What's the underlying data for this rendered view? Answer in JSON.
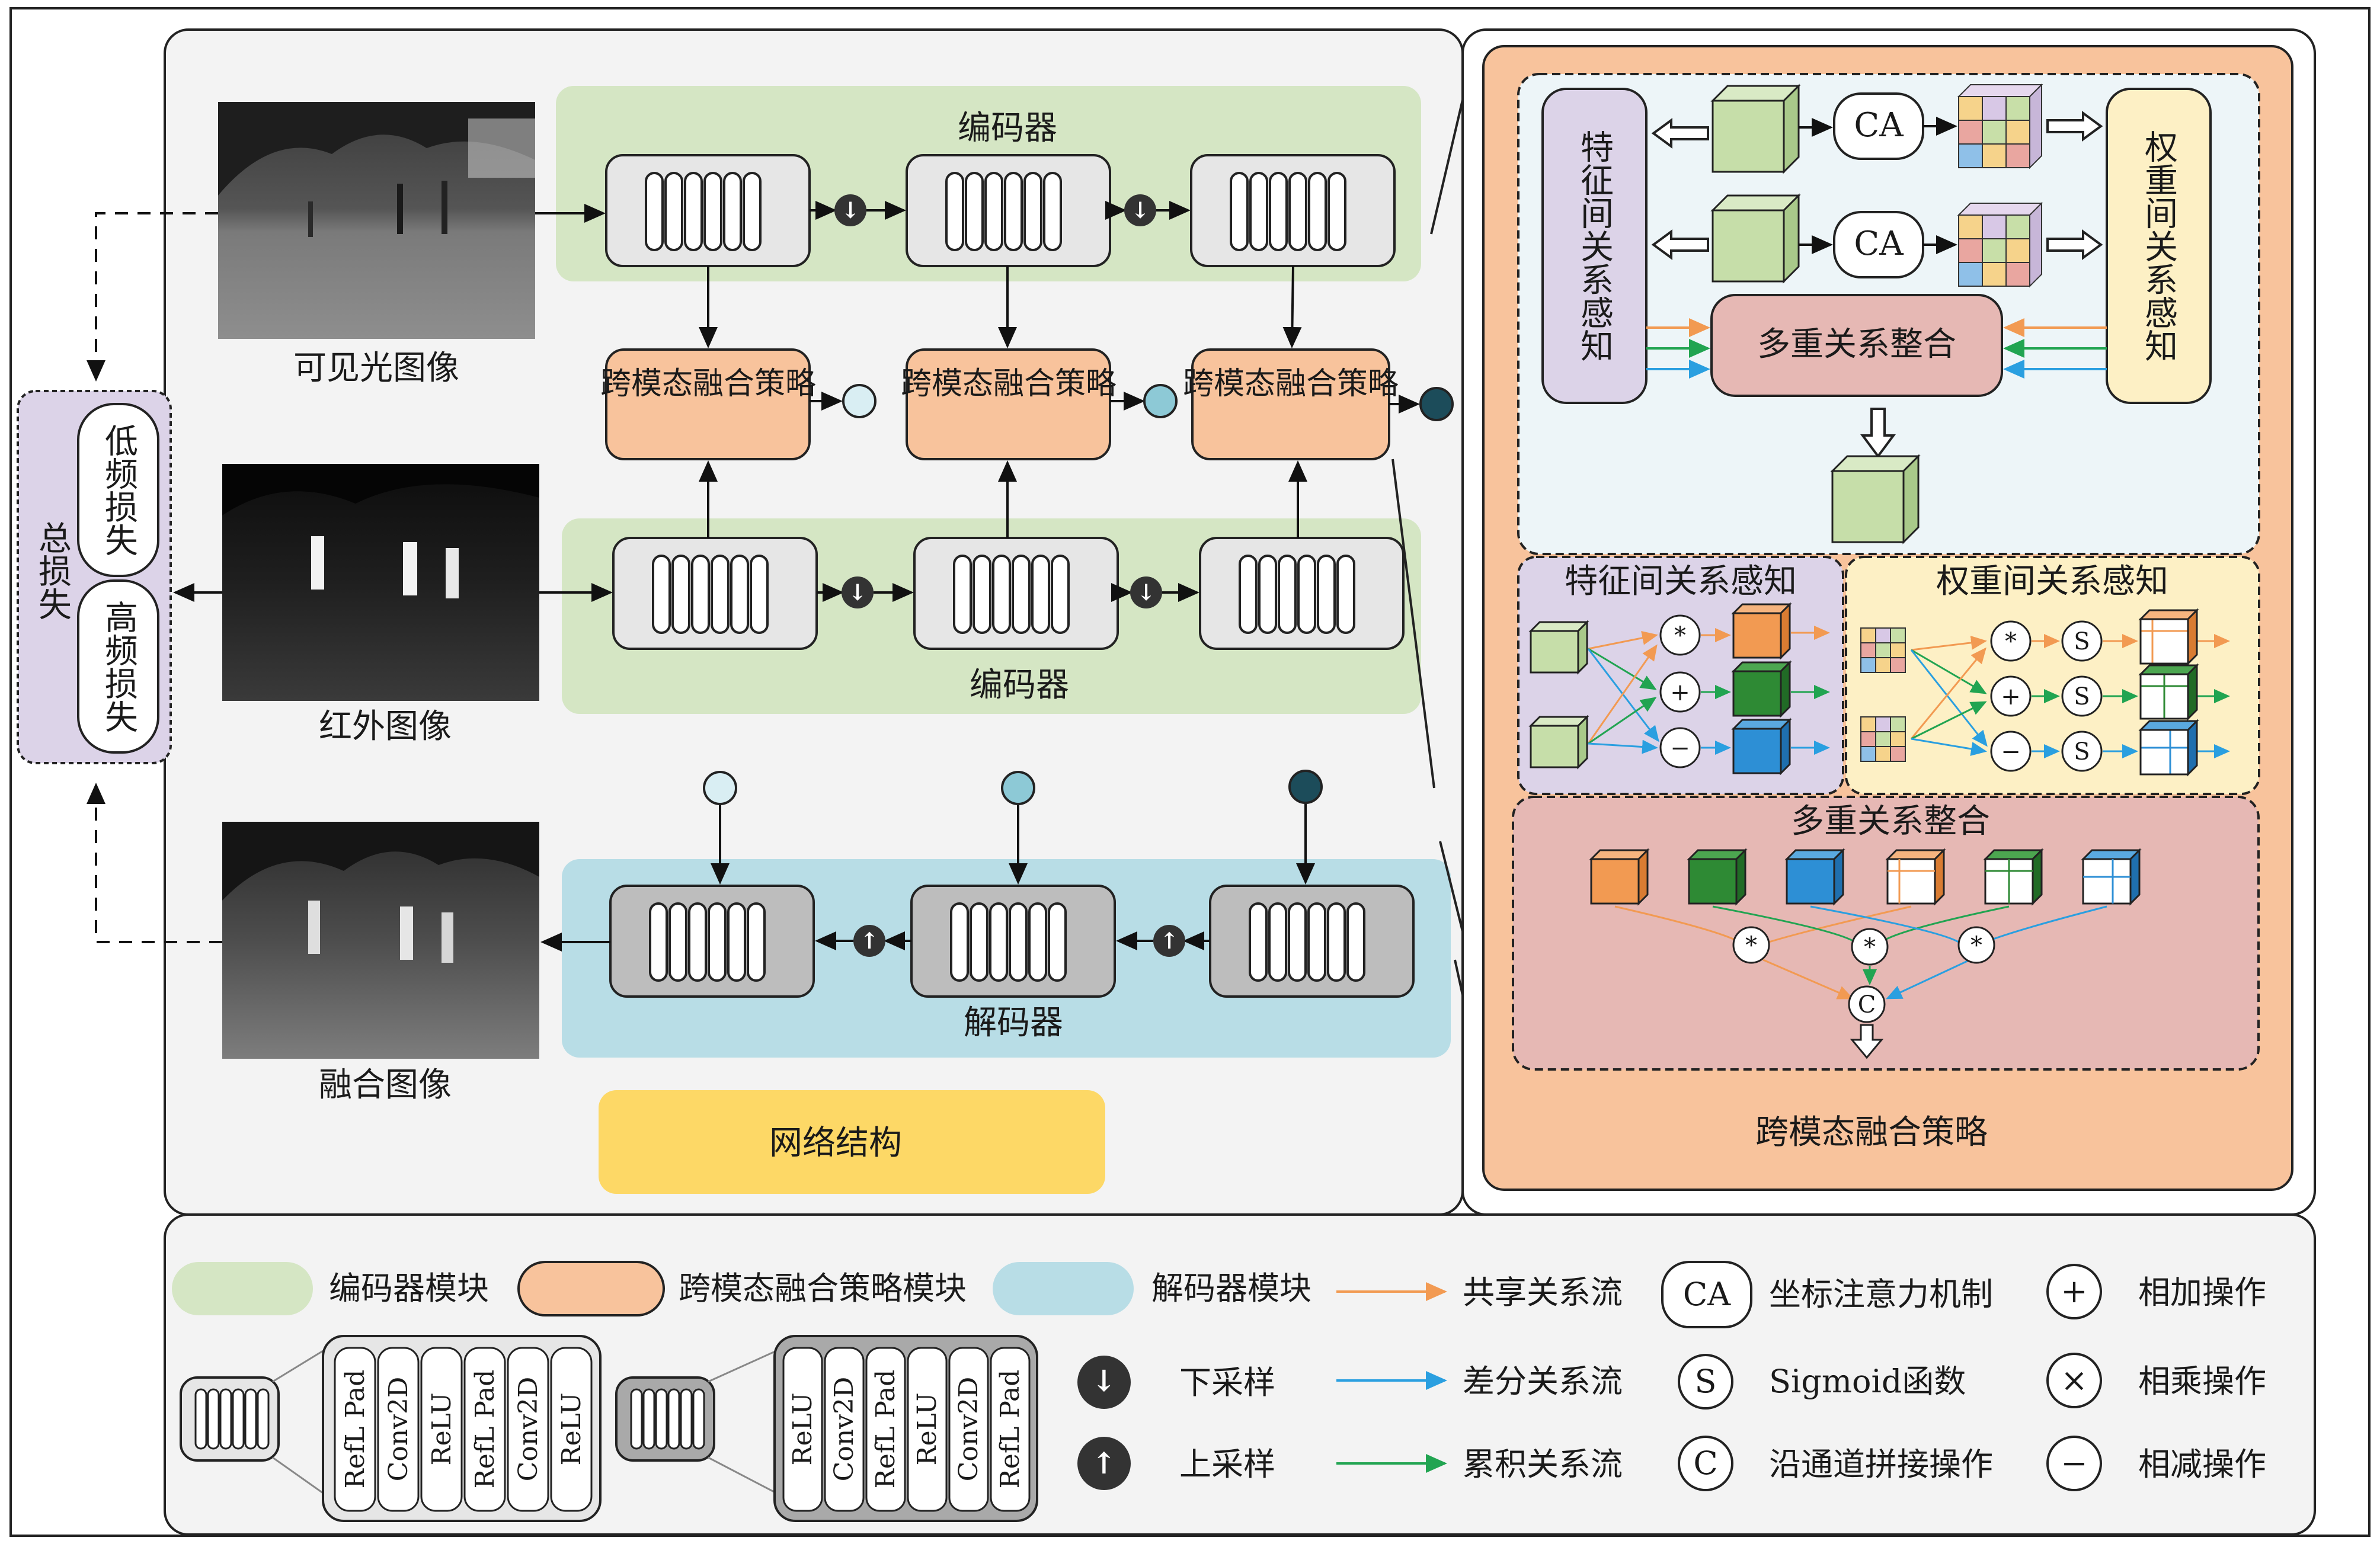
{
  "network": {
    "encoder_top_label": "编码器",
    "encoder_bottom_label": "编码器",
    "decoder_label": "解码器",
    "fusion_strategy_label": "跨模态融合策略",
    "section_title": "网络结构",
    "visible_image_label": "可见光图像",
    "infrared_image_label": "红外图像",
    "fused_image_label": "融合图像"
  },
  "loss": {
    "total_label": "总损失",
    "low_freq_label": "低频损失",
    "high_freq_label": "高频损失"
  },
  "fusion_detail": {
    "title": "跨模态融合策略",
    "feature_relation_label": "特征间关系感知",
    "weight_relation_label": "权重间关系感知",
    "multi_relation_label": "多重关系整合",
    "ca_label": "CA",
    "feature_panel_title": "特征间关系感知",
    "weight_panel_title": "权重间关系感知",
    "multi_panel_title": "多重关系整合"
  },
  "legend": {
    "encoder_module": "编码器模块",
    "fusion_module": "跨模态融合策略模块",
    "decoder_module": "解码器模块",
    "shared_flow": "共享关系流",
    "diff_flow": "差分关系流",
    "accum_flow": "累积关系流",
    "ca_symbol": "CA",
    "ca_desc": "坐标注意力机制",
    "s_symbol": "S",
    "s_desc": "Sigmoid函数",
    "c_symbol": "C",
    "c_desc": "沿通道拼接操作",
    "add_desc": "相加操作",
    "mul_desc": "相乘操作",
    "sub_desc": "相减操作",
    "down_desc": "下采样",
    "up_desc": "上采样",
    "encoder_layers": [
      "RefL Pad",
      "Conv2D",
      "ReLU",
      "RefL Pad",
      "Conv2D",
      "ReLU"
    ],
    "decoder_layers": [
      "ReLU",
      "Conv2D",
      "RefL Pad",
      "ReLU",
      "Conv2D",
      "RefL Pad"
    ]
  },
  "colors": {
    "encoder_green": "#d5e6c4",
    "fusion_orange": "#f8c39c",
    "decoder_blue": "#b8dde6",
    "section_yellow": "#fdd866",
    "loss_purple": "#dcd3e8",
    "weight_yellow": "#fdf0c5",
    "multi_pink": "#e6b8b4",
    "shared_flow": "#f29a52",
    "diff_flow": "#2a9fe0",
    "accum_flow": "#21a451"
  }
}
